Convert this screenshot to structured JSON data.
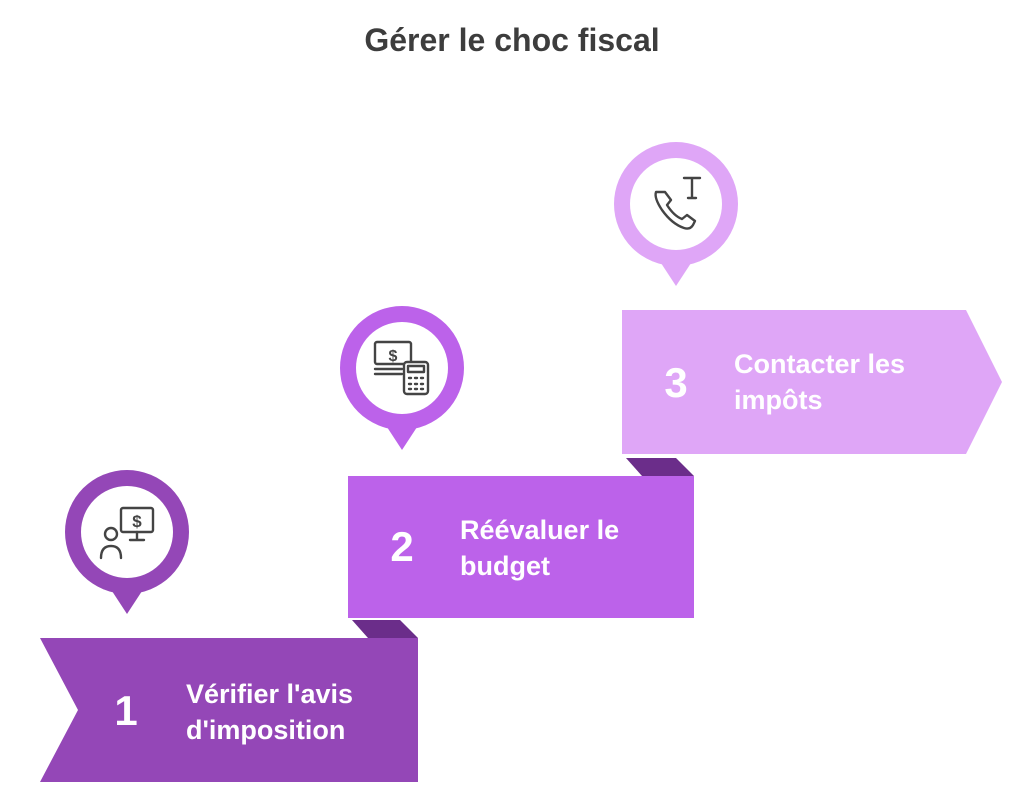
{
  "title": "Gérer le choc fiscal",
  "steps": [
    {
      "number": "1",
      "label": "Vérifier l'avis\nd'imposition",
      "icon": "person-monitor-dollar-icon",
      "color": "#9447b7",
      "pin_color": "#9447b7"
    },
    {
      "number": "2",
      "label": "Réévaluer le\nbudget",
      "icon": "money-calculator-icon",
      "color": "#bc62ea",
      "pin_color": "#bc62ea"
    },
    {
      "number": "3",
      "label": "Contacter les\nimpôts",
      "icon": "phone-tax-icon",
      "color": "#dfa6f7",
      "pin_color": "#dfa6f7"
    }
  ],
  "colors": {
    "background": "#ffffff",
    "title": "#3d3d3d",
    "fold": "#6b2d8a",
    "icon": "#444444"
  }
}
